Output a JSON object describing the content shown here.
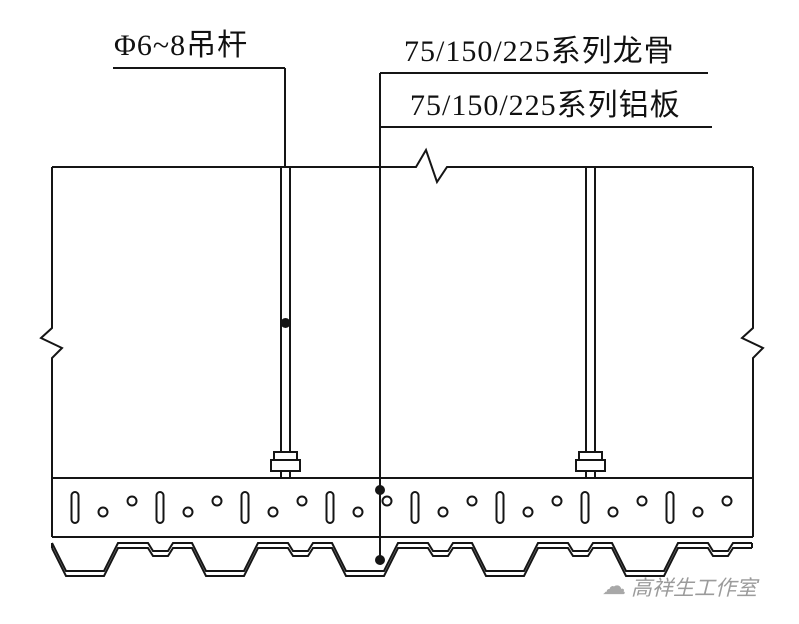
{
  "labels": {
    "hanger_rod": "Φ6~8吊杆",
    "keel": "75/150/225系列龙骨",
    "aluminum_panel": "75/150/225系列铝板"
  },
  "watermark": {
    "logo_glyph": "☁",
    "studio_name": "高祥生工作室"
  },
  "colors": {
    "line": "#151515",
    "watermark_gray": "#9b9b9b",
    "background": "#ffffff"
  }
}
